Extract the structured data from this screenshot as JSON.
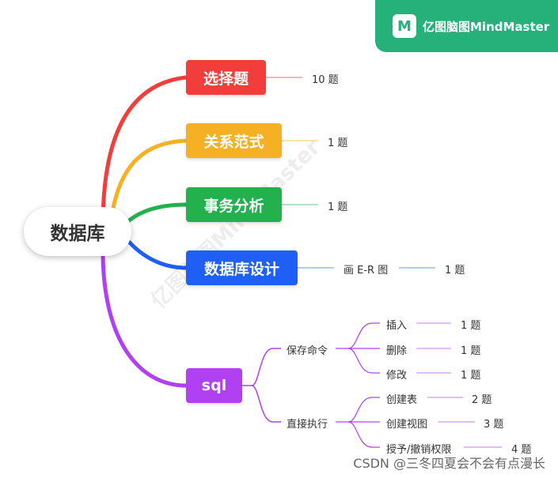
{
  "brand": {
    "logo_glyph": "M",
    "name": "亿图脑图MindMaster",
    "color": "#26b07a"
  },
  "watermark": "亿图脑图MindMaster",
  "credit": "CSDN @三冬四夏会不会有点漫长",
  "root": {
    "label": "数据库"
  },
  "branches": [
    {
      "label": "选择题",
      "color": "#f23d3a",
      "leaf": "10 题"
    },
    {
      "label": "关系范式",
      "color": "#f5b024",
      "leaf": "1 题"
    },
    {
      "label": "事务分析",
      "color": "#22b14c",
      "leaf": "1 题"
    },
    {
      "label": "数据库设计",
      "color": "#1f5ff5",
      "sub": "画 E-R 图",
      "leaf": "1 题"
    },
    {
      "label": "sql",
      "color": "#b040f2"
    }
  ],
  "sql": {
    "groups": [
      {
        "label": "保存命令",
        "items": [
          {
            "label": "插入",
            "count": "1 题"
          },
          {
            "label": "删除",
            "count": "1 题"
          },
          {
            "label": "修改",
            "count": "1 题"
          }
        ]
      },
      {
        "label": "直接执行",
        "items": [
          {
            "label": "创建表",
            "count": "2 题"
          },
          {
            "label": "创建视图",
            "count": "3 题"
          },
          {
            "label": "授予/撤销权限",
            "count": "4 题"
          }
        ]
      }
    ]
  }
}
